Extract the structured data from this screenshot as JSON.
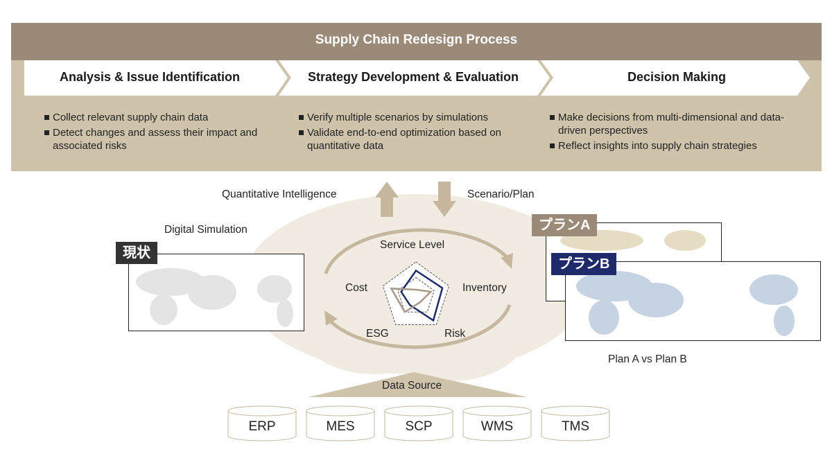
{
  "header": {
    "title": "Supply Chain Redesign Process"
  },
  "steps": [
    {
      "label": "Analysis & Issue Identification",
      "bullets": [
        "Collect relevant supply chain data",
        "Detect changes and assess their impact and associated risks"
      ]
    },
    {
      "label": "Strategy Development & Evaluation",
      "bullets": [
        "Verify multiple scenarios by simulations",
        "Validate end-to-end optimization based on quantitative data"
      ]
    },
    {
      "label": "Decision Making",
      "bullets": [
        "Make decisions from multi-dimensional and data-driven perspectives",
        "Reflect insights into supply chain strategies"
      ]
    }
  ],
  "flow": {
    "up_label": "Quantitative Intelligence",
    "down_label": "Scenario/Plan"
  },
  "simulation": {
    "title": "Digital Simulation",
    "current_badge": "現状"
  },
  "radar": {
    "axes": [
      "Service Level",
      "Inventory",
      "Risk",
      "ESG",
      "Cost"
    ],
    "series": [
      {
        "name": "Plan B",
        "color": "#1f2a6b",
        "values": [
          0.75,
          0.8,
          0.85,
          0.3,
          0.45
        ]
      },
      {
        "name": "Current",
        "color": "#a8998a",
        "values": [
          0.2,
          0.45,
          0.2,
          0.55,
          0.75
        ]
      }
    ]
  },
  "plans": {
    "plan_a_badge": "プランA",
    "plan_b_badge": "プランB",
    "caption": "Plan A vs Plan B",
    "plan_a_color": "#9a8a77",
    "plan_b_color": "#1f2a6b"
  },
  "data_source": {
    "title": "Data Source",
    "systems": [
      "ERP",
      "MES",
      "SCP",
      "WMS",
      "TMS"
    ]
  }
}
